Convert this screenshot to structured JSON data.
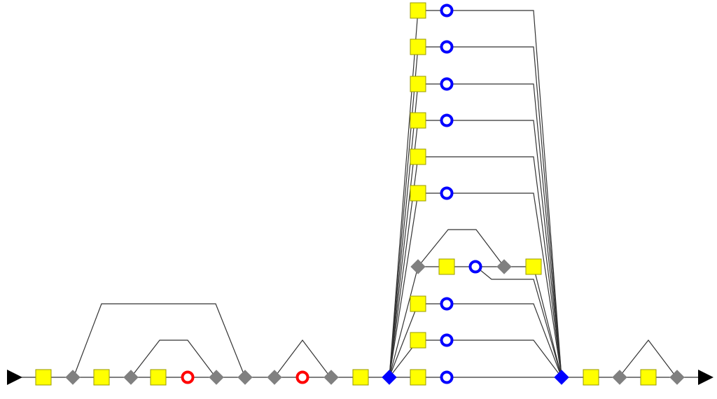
{
  "colors": {
    "background": "#ffffff",
    "edge": "#333333",
    "terminal": "#000000",
    "square_fill": "#ffff00",
    "square_stroke": "#999900",
    "gray_diamond_fill": "#808080",
    "blue_diamond_fill": "#0000ff",
    "blue_circle": "#0000ff",
    "red_circle": "#ff0000"
  },
  "icons": {
    "start": "right-triangle",
    "end": "right-triangle",
    "square": "yellow-square",
    "gray_diamond": "gray-diamond",
    "blue_diamond": "blue-diamond",
    "blue_circle": "blue-ring",
    "red_circle": "red-ring"
  }
}
